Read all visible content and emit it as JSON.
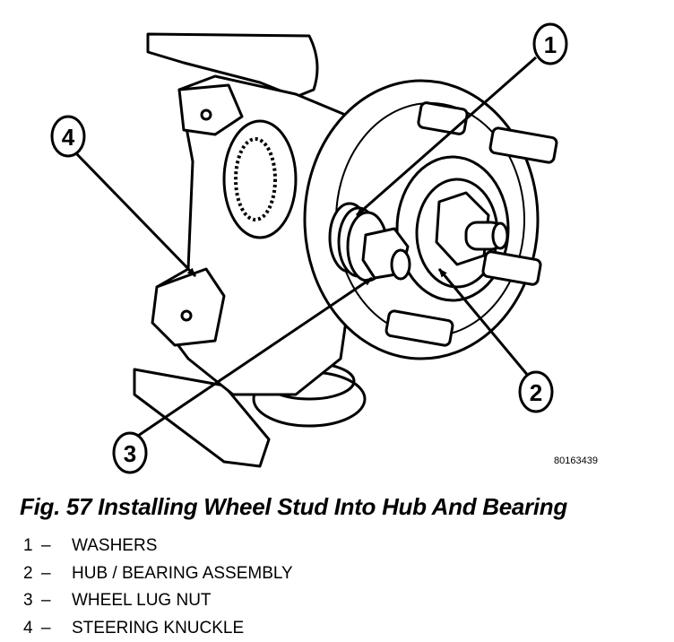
{
  "figure": {
    "callouts": [
      "1",
      "2",
      "3",
      "4"
    ],
    "ref_code": "80163439"
  },
  "caption": "Fig. 57 Installing Wheel Stud Into Hub And Bearing",
  "legend": [
    {
      "num": "1",
      "dash": "–",
      "text": "WASHERS"
    },
    {
      "num": "2",
      "dash": "–",
      "text": "HUB / BEARING ASSEMBLY"
    },
    {
      "num": "3",
      "dash": "–",
      "text": "WHEEL LUG NUT"
    },
    {
      "num": "4",
      "dash": "–",
      "text": "STEERING KNUCKLE"
    }
  ]
}
